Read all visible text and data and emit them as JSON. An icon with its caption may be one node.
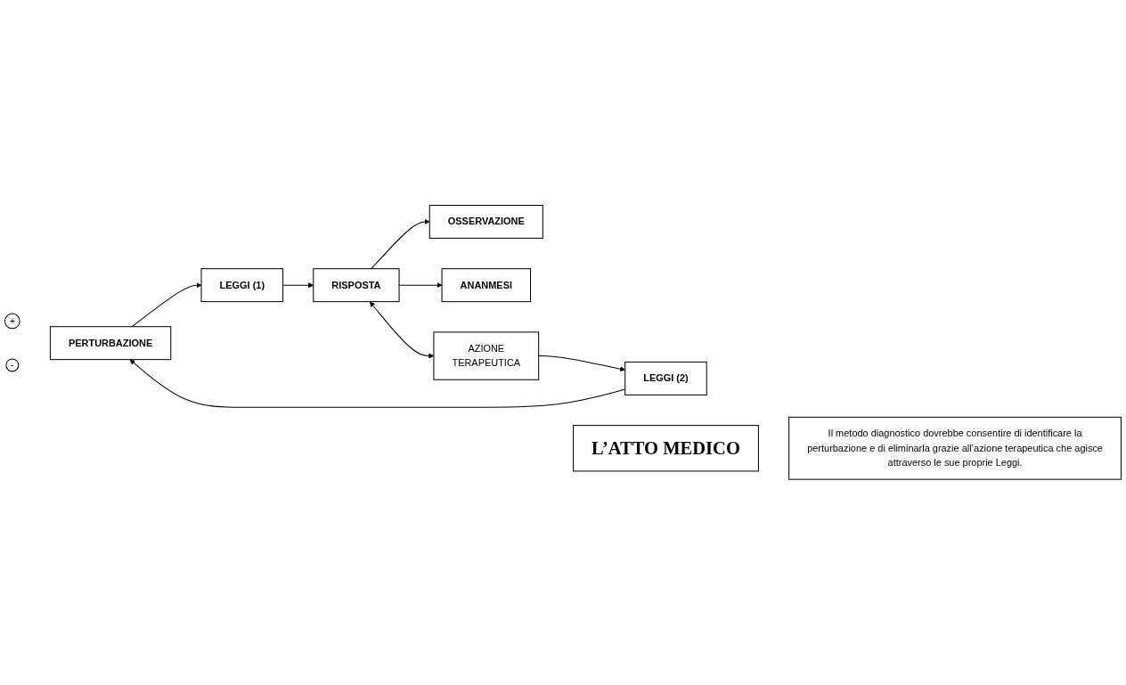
{
  "diagram": {
    "nodes": [
      {
        "text": [
          "+"
        ]
      },
      {
        "text": [
          "LEGGI  (1)"
        ]
      },
      {
        "text": [
          "RISPOSTA"
        ]
      },
      {
        "text": [
          "PERTURBAZIONE"
        ]
      },
      {
        "text": [
          "OSSERVAZIONE"
        ]
      },
      {
        "text": [
          "ANANMESI"
        ]
      },
      {
        "text": [
          "-"
        ]
      },
      {
        "text": [
          "LEGGI (2)"
        ]
      },
      {
        "text": [
          "AZIONE TERAPEUTICA"
        ]
      },
      {
        "text": [
          "L’ATTO MEDICO"
        ]
      },
      {
        "text": [
          "Il metodo diagnostico dovrebbe consentire di identificare la perturbazione e di eliminarla grazie all’azione terapeutica che agisce attraverso le sue proprie Leggi."
        ]
      }
    ],
    "edges": [
      {
        "from": 3,
        "to": 1,
        "arrow": "to"
      },
      {
        "from": 1,
        "to": 2,
        "arrow": "to"
      },
      {
        "from": 2,
        "to": 8,
        "arrow": "both"
      },
      {
        "from": 2,
        "to": 4,
        "arrow": "to"
      },
      {
        "from": 2,
        "to": 5,
        "arrow": "to"
      },
      {
        "from": 8,
        "to": 7,
        "arrow": "to"
      },
      {
        "from": 7,
        "to": 3,
        "arrow": "to"
      }
    ]
  }
}
